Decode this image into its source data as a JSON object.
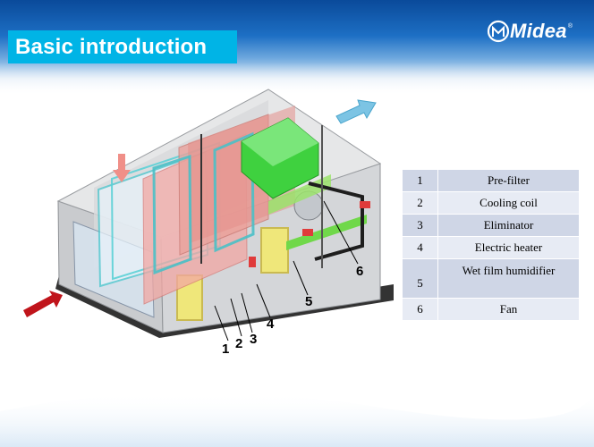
{
  "header": {
    "title": "Basic introduction",
    "logo_text": "Midea",
    "logo_mark": "®"
  },
  "diagram": {
    "callouts": [
      "1",
      "2",
      "3",
      "4",
      "5",
      "6"
    ]
  },
  "components": [
    {
      "no": "1",
      "name": "Pre-filter"
    },
    {
      "no": "2",
      "name": "Cooling coil"
    },
    {
      "no": "3",
      "name": "Eliminator"
    },
    {
      "no": "4",
      "name": "Electric heater"
    },
    {
      "no": "5",
      "name": "Wet film humidifier"
    },
    {
      "no": "6",
      "name": "Fan"
    }
  ],
  "colors": {
    "title_bar": "#00b4e6",
    "header_blue": "#1d6fc4",
    "table_row_dark": "#cfd6e6",
    "table_row_light": "#e7ebf4",
    "inlet_arrow": "#c0141b",
    "outlet_arrow": "#7cc4e4",
    "fan_green": "#3fd13f"
  }
}
